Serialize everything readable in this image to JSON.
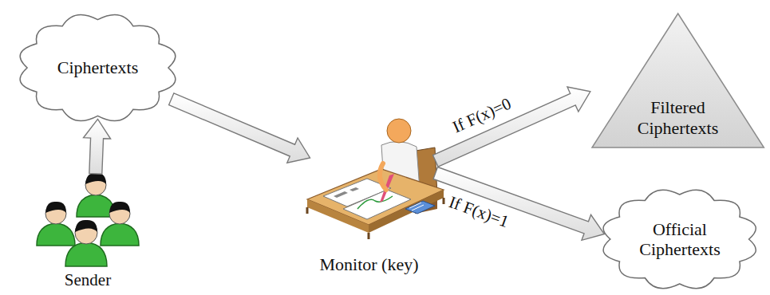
{
  "diagram": {
    "nodes": [
      {
        "text": [
          "Ciphertexts"
        ]
      },
      {
        "text": [
          "Sender"
        ]
      },
      {
        "text": [
          "Monitor (key)"
        ]
      },
      {
        "text": [
          "Filtered Ciphertexts"
        ]
      },
      {
        "text": [
          "Official Ciphertexts"
        ]
      }
    ],
    "edges": [
      {
        "from": 1,
        "to": 0,
        "arrow": "to"
      },
      {
        "from": 0,
        "to": 2,
        "arrow": "to"
      },
      {
        "from": 2,
        "to": 3,
        "arrow": "to",
        "label": "If F(x)=0"
      },
      {
        "from": 2,
        "to": 4,
        "arrow": "to",
        "label": "If F(x)=1"
      }
    ]
  }
}
